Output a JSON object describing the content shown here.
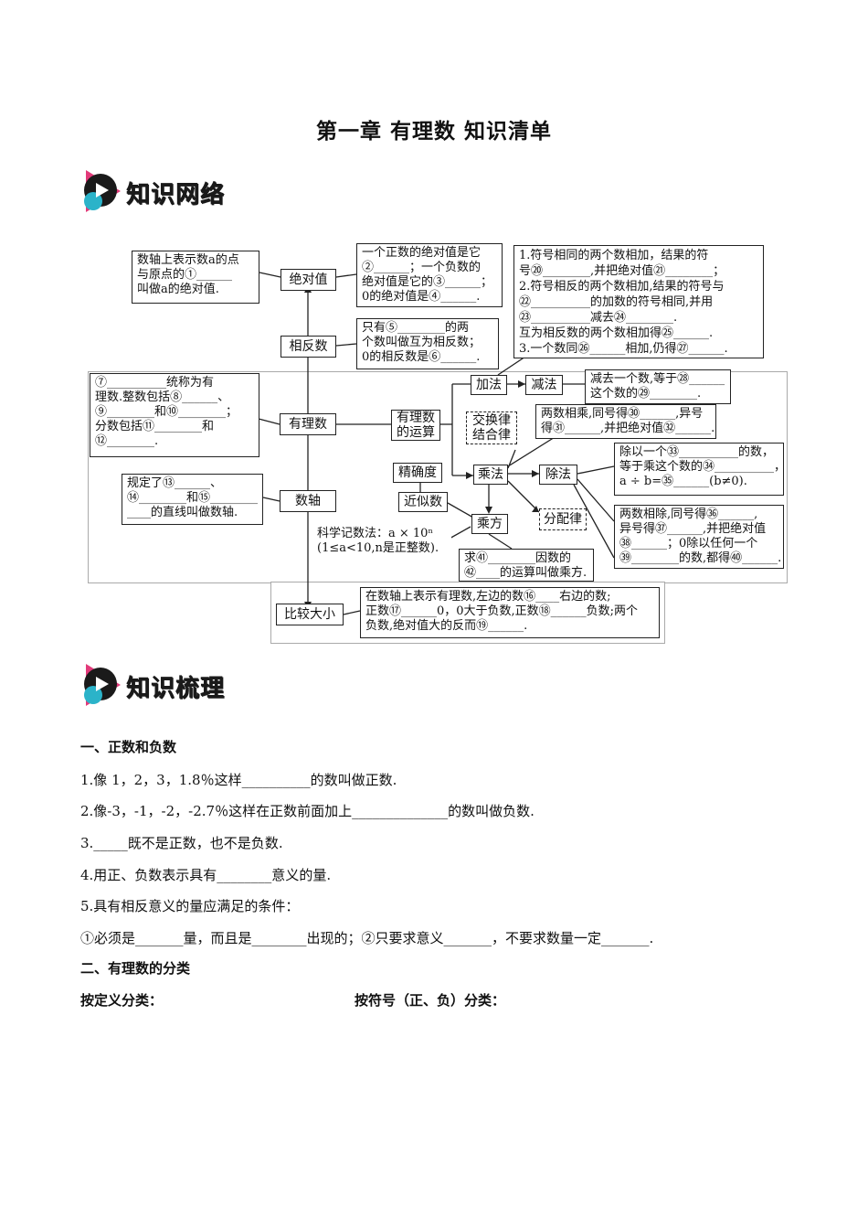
{
  "title": "第一章 有理数 知识清单",
  "badges": {
    "network": "知识网络",
    "review": "知识梳理"
  },
  "diagram": {
    "nodes": {
      "abs": "绝对值",
      "opp": "相反数",
      "rational": "有理数",
      "axis": "数轴",
      "ops": [
        "有理数",
        "的运算"
      ],
      "add": "加法",
      "sub": "减法",
      "mul": "乘法",
      "div": "除法",
      "pow": "乘方",
      "assoc": [
        "交换律",
        "结合律"
      ],
      "dist": "分配律",
      "prec": "精确度",
      "approx": "近似数",
      "compare": "比较大小"
    },
    "boxes": {
      "abs_def": [
        "数轴上表示数a的点",
        "与原点的①______",
        "叫做a的绝对值."
      ],
      "abs_prop": [
        "一个正数的绝对值是它",
        "②______；一个负数的",
        "绝对值是它的③______；",
        "0的绝对值是④______."
      ],
      "opp_prop": [
        "只有⑤________的两",
        "个数叫做互为相反数；",
        "0的相反数是⑥______."
      ],
      "class": [
        "⑦__________统称为有",
        "理数.整数包括⑧______、",
        "⑨________和⑩________；",
        "分数包括⑪________和",
        "⑫________."
      ],
      "axis_def": [
        "规定了⑬______、",
        "⑭________和⑮________",
        "____的直线叫做数轴."
      ],
      "add_rules": [
        "1.符号相同的两个数相加，结果的符",
        "  号⑳________,并把绝对值㉑________；",
        "2.符号相反的两个数相加,结果的符号与",
        "  ㉒__________的加数的符号相同,并用",
        "  ㉓__________减去㉔________.",
        "  互为相反数的两个数相加得㉕______.",
        "3.一个数同㉖______相加,仍得㉗______."
      ],
      "sub_rule": [
        "减去一个数,等于㉘______",
        "这个数的㉙________."
      ],
      "mul_rule": [
        "两数相乘,同号得㉚______,异号",
        "得㉛______,并把绝对值㉜______."
      ],
      "div_rule1": [
        "除以一个㉝__________的数，",
        "等于乘这个数的㉞__________，",
        "a ÷ b=㉟______(b≠0)."
      ],
      "div_rule2": [
        "两数相除,同号得㊱______,",
        "异号得㊲______,并把绝对值",
        "㊳______；0除以任何一个",
        "㊴________的数,都得㊵______."
      ],
      "sci": [
        "科学记数法：a × 10ⁿ",
        "(1≤a<10,n是正整数)."
      ],
      "pow_def": [
        "求㊶________因数的",
        "㊷____的运算叫做乘方."
      ],
      "compare_rule": [
        "在数轴上表示有理数,左边的数⑯____右边的数;",
        "正数⑰______0，0大于负数,正数⑱______负数;两个",
        "负数,绝对值大的反而⑲______."
      ]
    }
  },
  "sections": {
    "s1": "一、正数和负数",
    "l1": "1.像 1，2，3，1.8％这样__________的数叫做正数.",
    "l2": "2.像-3，-1，-2，-2.7％这样在正数前面加上______________的数叫做负数.",
    "l3": "3._____既不是正数，也不是负数.",
    "l4": "4.用正、负数表示具有________意义的量.",
    "l5": "5.具有相反意义的量应满足的条件：",
    "l6": "①必须是_______量，而且是________出现的；②只要求意义_______，不要求数量一定_______.",
    "s2": "二、有理数的分类",
    "c1": "按定义分类：",
    "c2": "按符号（正、负）分类："
  }
}
